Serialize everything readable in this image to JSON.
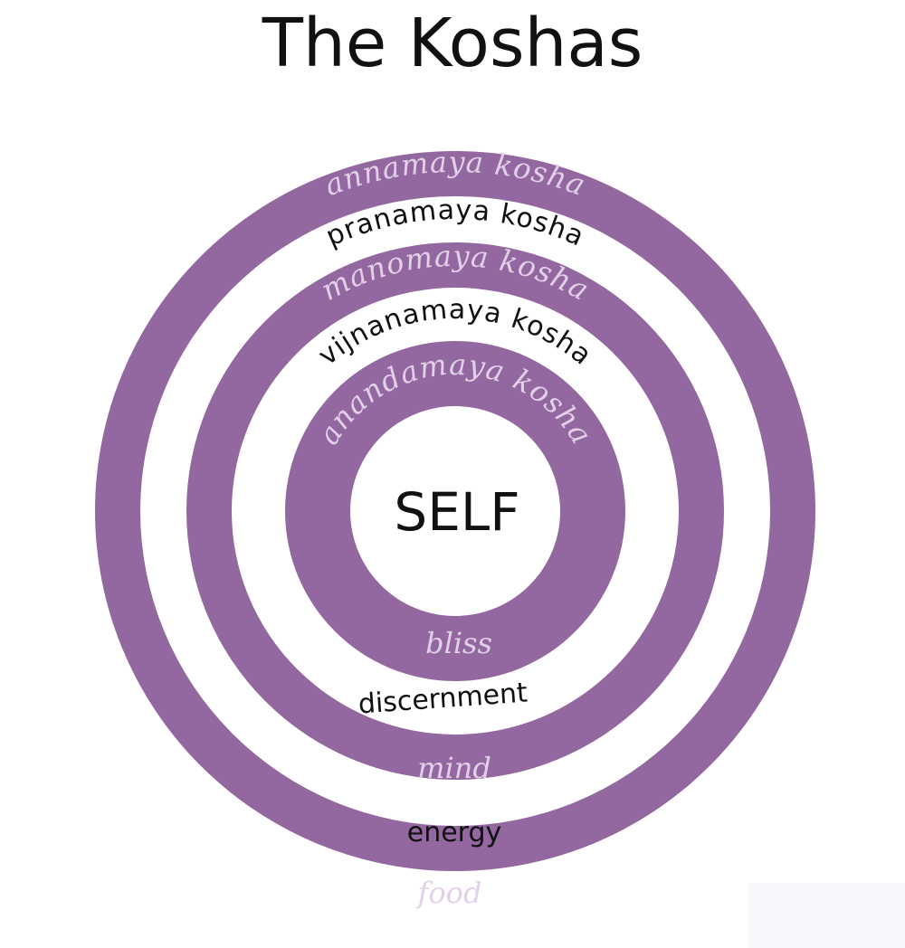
{
  "title": "The Koshas",
  "center": "SELF",
  "layers": [
    {
      "name": "annamaya kosha",
      "meaning": "food"
    },
    {
      "name": "pranamaya kosha",
      "meaning": "energy"
    },
    {
      "name": "manomaya kosha",
      "meaning": "mind"
    },
    {
      "name": "vijnanamaya kosha",
      "meaning": "discernment"
    },
    {
      "name": "anandamaya kosha",
      "meaning": "bliss"
    }
  ],
  "colors": {
    "ring": "#93679f",
    "light_text": "#e2d0e8",
    "dark_text": "#111111",
    "background": "#ffffff",
    "corner_patch": "#f7f6fa"
  }
}
